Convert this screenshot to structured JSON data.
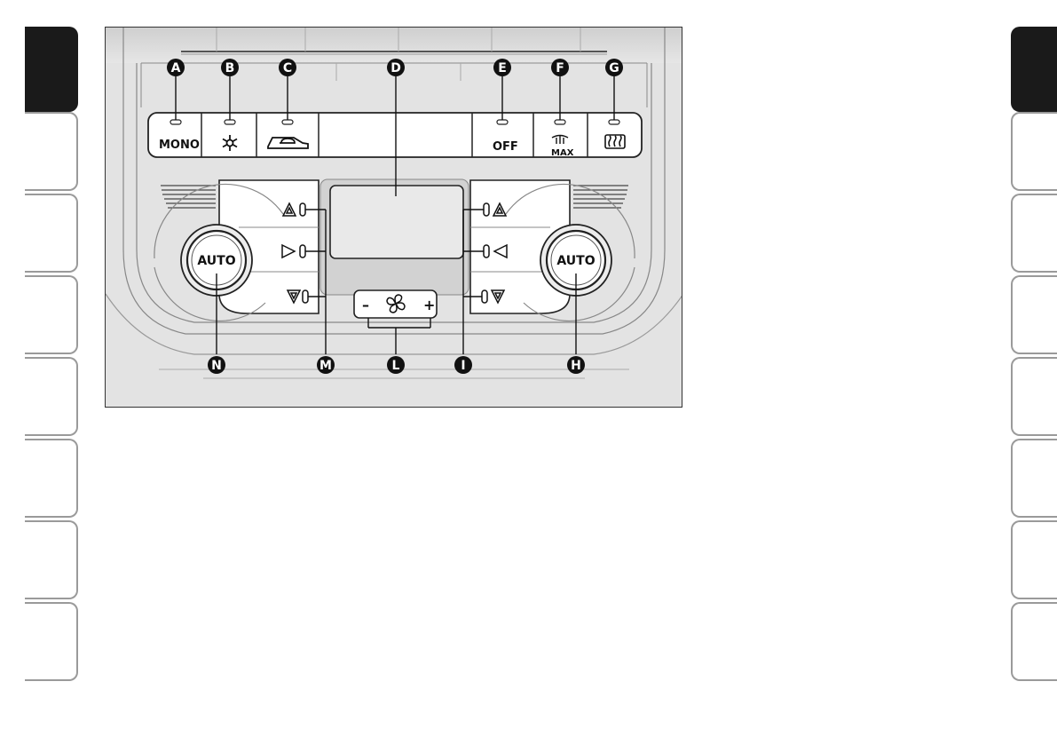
{
  "figure": {
    "callouts": [
      {
        "id": "A",
        "letter": "A"
      },
      {
        "id": "B",
        "letter": "B"
      },
      {
        "id": "C",
        "letter": "C"
      },
      {
        "id": "D",
        "letter": "D"
      },
      {
        "id": "E",
        "letter": "E"
      },
      {
        "id": "F",
        "letter": "F"
      },
      {
        "id": "G",
        "letter": "G"
      },
      {
        "id": "H",
        "letter": "H"
      },
      {
        "id": "I",
        "letter": "I"
      },
      {
        "id": "L",
        "letter": "L"
      },
      {
        "id": "M",
        "letter": "M"
      },
      {
        "id": "N",
        "letter": "N"
      }
    ],
    "buttons": {
      "mono": "MONO",
      "off": "OFF",
      "max": "MAX",
      "auto_left": "AUTO",
      "auto_right": "AUTO",
      "fan_minus": "–",
      "fan_plus": "+"
    },
    "icons": {
      "b": "snowflake-icon",
      "c": "air-recirculation-icon",
      "f": "max-defrost-icon",
      "g": "rear-window-heater-icon",
      "l": "fan-icon"
    }
  },
  "side_tabs": {
    "left": {
      "count": 8,
      "active_index": 0
    },
    "right": {
      "count": 8,
      "active_index": 0
    }
  }
}
